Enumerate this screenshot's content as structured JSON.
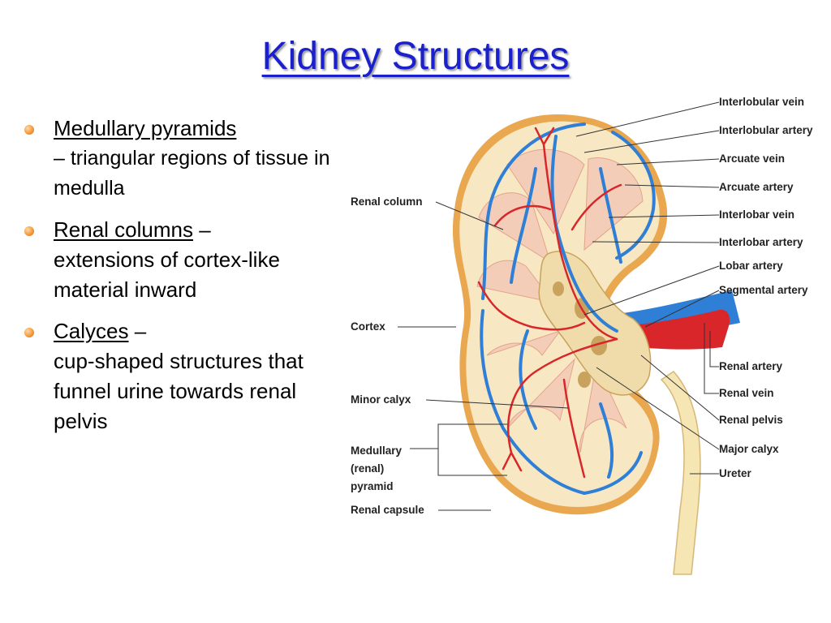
{
  "title": "Kidney Structures",
  "colors": {
    "title": "#1a20cc",
    "bullet": "#f08a2c",
    "artery": "#d8262a",
    "vein": "#2f7fd6",
    "cortex": "#f7e7c2",
    "medulla": "#f4cdb9",
    "capsule": "#e9a84f",
    "ureter": "#f5e6b4"
  },
  "bullets": [
    {
      "term": "Medullary pyramids",
      "separator": "",
      "description": "– triangular regions of tissue in medulla"
    },
    {
      "term": "Renal columns",
      "separator": " –",
      "description": "extensions of cortex-like material inward"
    },
    {
      "term": "Calyces",
      "separator": " –",
      "description": "cup-shaped structures that funnel urine towards renal pelvis"
    }
  ],
  "diagram": {
    "labels_right": [
      "Interlobular vein",
      "Interlobular artery",
      "Arcuate vein",
      "Arcuate artery",
      "Interlobar vein",
      "Interlobar artery",
      "Lobar artery",
      "Segmental artery",
      "Renal artery",
      "Renal vein",
      "Renal pelvis",
      "Major calyx",
      "Ureter"
    ],
    "labels_left": {
      "renal_column": "Renal column",
      "cortex": "Cortex",
      "minor_calyx": "Minor calyx",
      "medullary_pyramid": "Medullary\n(renal)\npyramid",
      "renal_capsule": "Renal capsule"
    }
  }
}
